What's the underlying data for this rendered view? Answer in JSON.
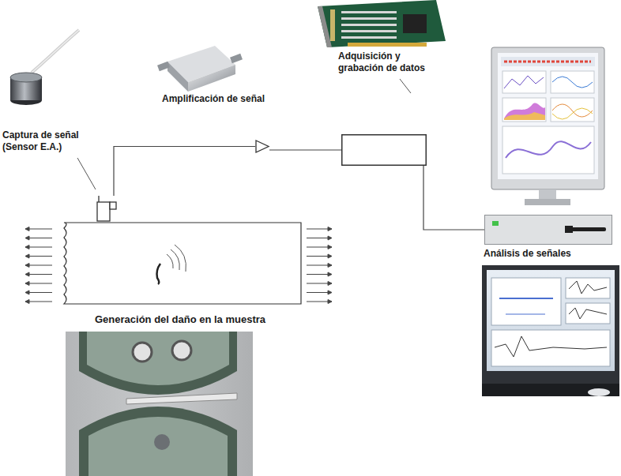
{
  "diagram": {
    "nodes": [
      {
        "text": [
          "Captura de señal (Sensor E.A.)"
        ]
      },
      {
        "text": [
          "Amplificación de señal"
        ]
      },
      {
        "text": [
          "Adquisición y grabación de datos"
        ]
      },
      {
        "text": [
          "Análisis de señales"
        ]
      },
      {
        "text": [
          "Generación del daño en la muestra"
        ]
      }
    ],
    "edges": [
      {
        "from": 0,
        "to": 1,
        "arrow": "none"
      },
      {
        "from": 1,
        "to": 2,
        "arrow": "none"
      },
      {
        "from": 2,
        "to": 3,
        "arrow": "none"
      }
    ]
  }
}
